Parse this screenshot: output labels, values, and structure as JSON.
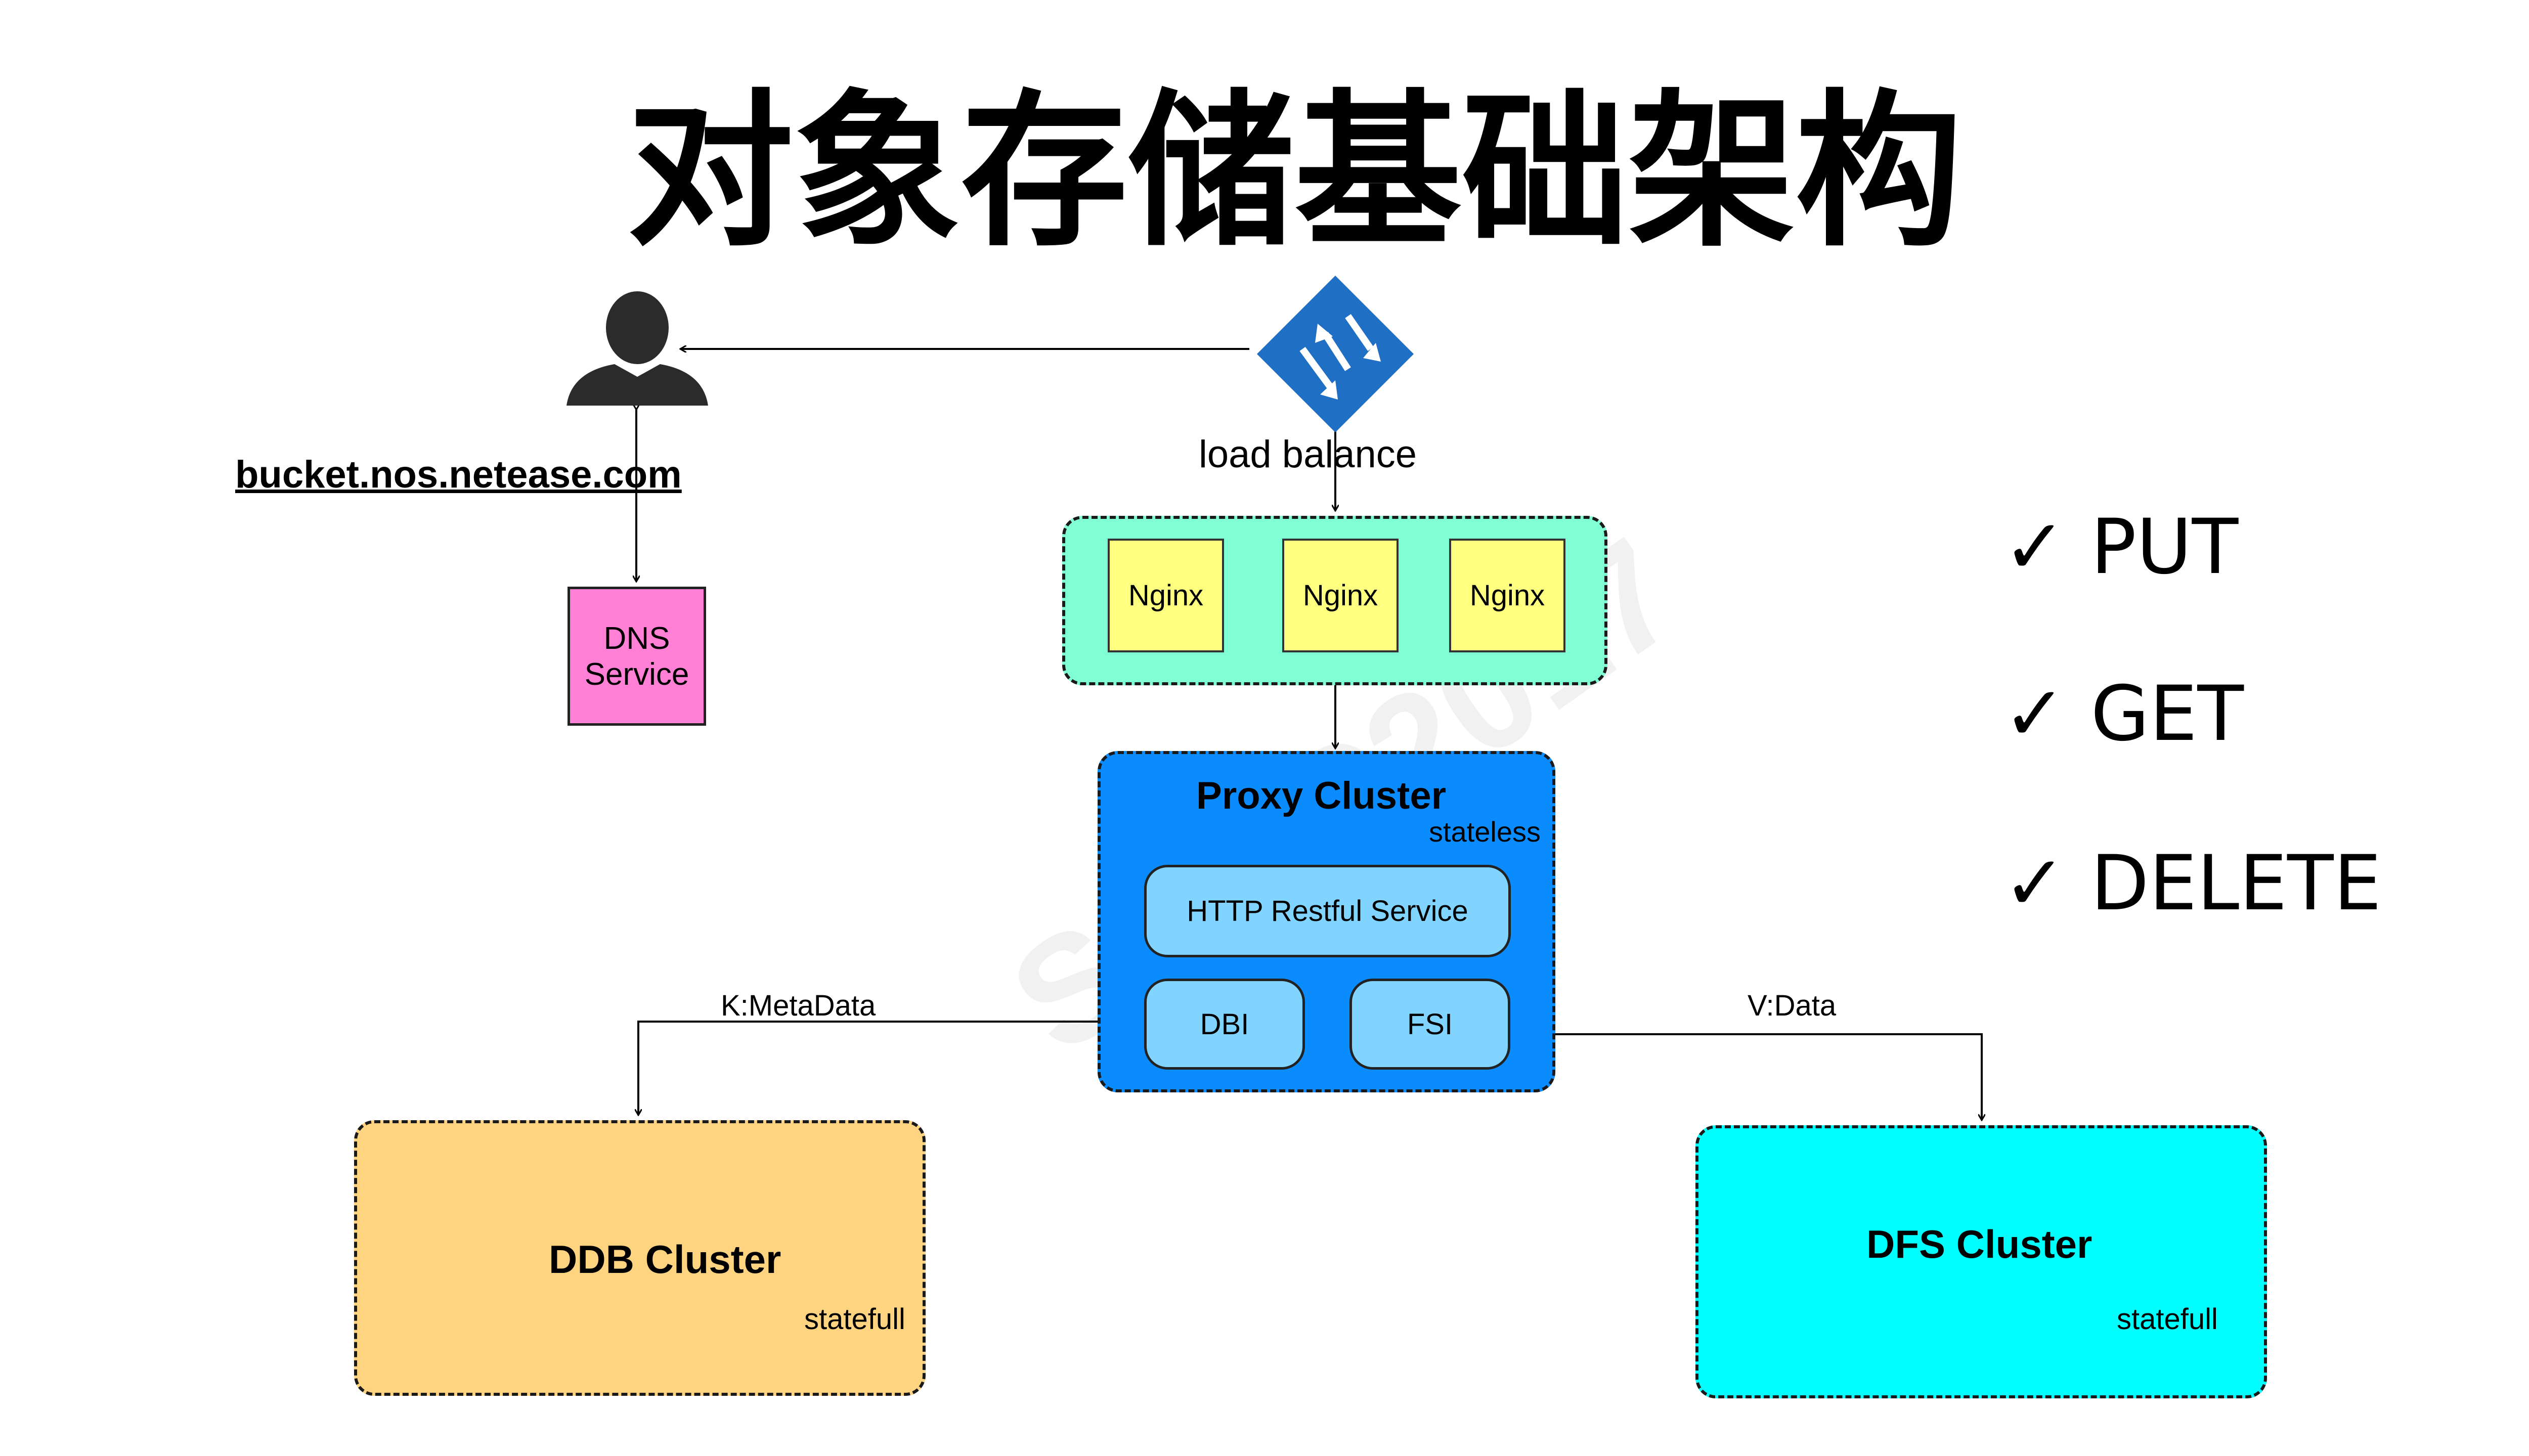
{
  "title": "对象存储基础架构",
  "domain_label": "bucket.nos.netease.com",
  "dns": {
    "line1": "DNS",
    "line2": "Service",
    "color": "#ff80d5"
  },
  "load_balance": "load balance",
  "nginx": [
    "Nginx",
    "Nginx",
    "Nginx"
  ],
  "nginx_group_color": "#80ffd4",
  "proxy": {
    "title": "Proxy Cluster",
    "subtitle": "stateless",
    "http": "HTTP Restful Service",
    "dbi": "DBI",
    "fsi": "FSI",
    "color": "#0a8cff"
  },
  "edges": {
    "meta": "K:MetaData",
    "data": "V:Data"
  },
  "ddb": {
    "title": "DDB Cluster",
    "subtitle": "statefull",
    "color": "#ffd480"
  },
  "dfs": {
    "title": "DFS Cluster",
    "subtitle": "statefull",
    "color": "#00ffff"
  },
  "ops": [
    "✓ PUT",
    "✓ GET",
    "✓ DELETE"
  ],
  "watermark": "SACC2017",
  "icons": {
    "user": "user-silhouette-icon",
    "load_balancer": "load-balancer-icon"
  }
}
